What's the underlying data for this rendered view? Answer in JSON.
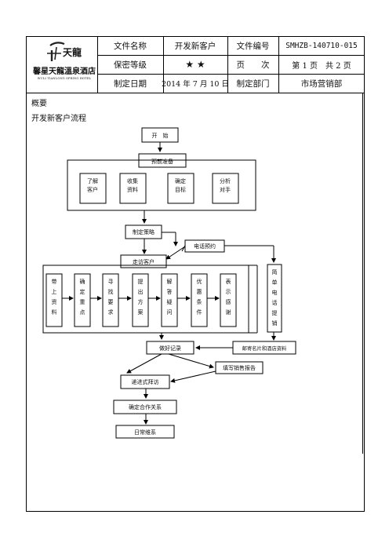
{
  "header": {
    "logo": {
      "mark_text": "天龍",
      "name_cn": "馨星天龍溫泉酒店",
      "name_en": "WULI TIANLONG SPRING HOTEL"
    },
    "doc_name_label": "文件名称",
    "doc_name": "开发新客户",
    "doc_no_label": "文件编号",
    "doc_no": "SMHZB-140710-015",
    "secrecy_label": "保密等级",
    "secrecy": "★ ★",
    "page_label": "页　　次",
    "page_value": "第 1 页　共 2 页",
    "date_label": "制定日期",
    "date_value": "2014 年 7 月 10 日",
    "dept_label": "制定部门",
    "dept_value": "市场营销部"
  },
  "body": {
    "section_title": "概要",
    "flow_title": "开发新客户流程"
  },
  "flowchart": {
    "start": "开　始",
    "prepare": "预前准备",
    "prep_items": [
      [
        "了解",
        "客户"
      ],
      [
        "收集",
        "资料"
      ],
      [
        "确定",
        "目标"
      ],
      [
        "分析",
        "对手"
      ]
    ],
    "strategy": "制定策略",
    "phone": "电话预约",
    "visit": "走访客户",
    "visit_items": [
      "带上资料",
      "确定重点",
      "寻找要求",
      "提出方案",
      "解答疑问",
      "优惠条件",
      "表示感谢"
    ],
    "sms": "简单电话提销",
    "record": "做好记录",
    "mail": "邮寄名片和酒店资料",
    "report": "填写销售报告",
    "follow": "递进式拜访",
    "confirm": "确定合作关系",
    "daily": "日常维系"
  }
}
